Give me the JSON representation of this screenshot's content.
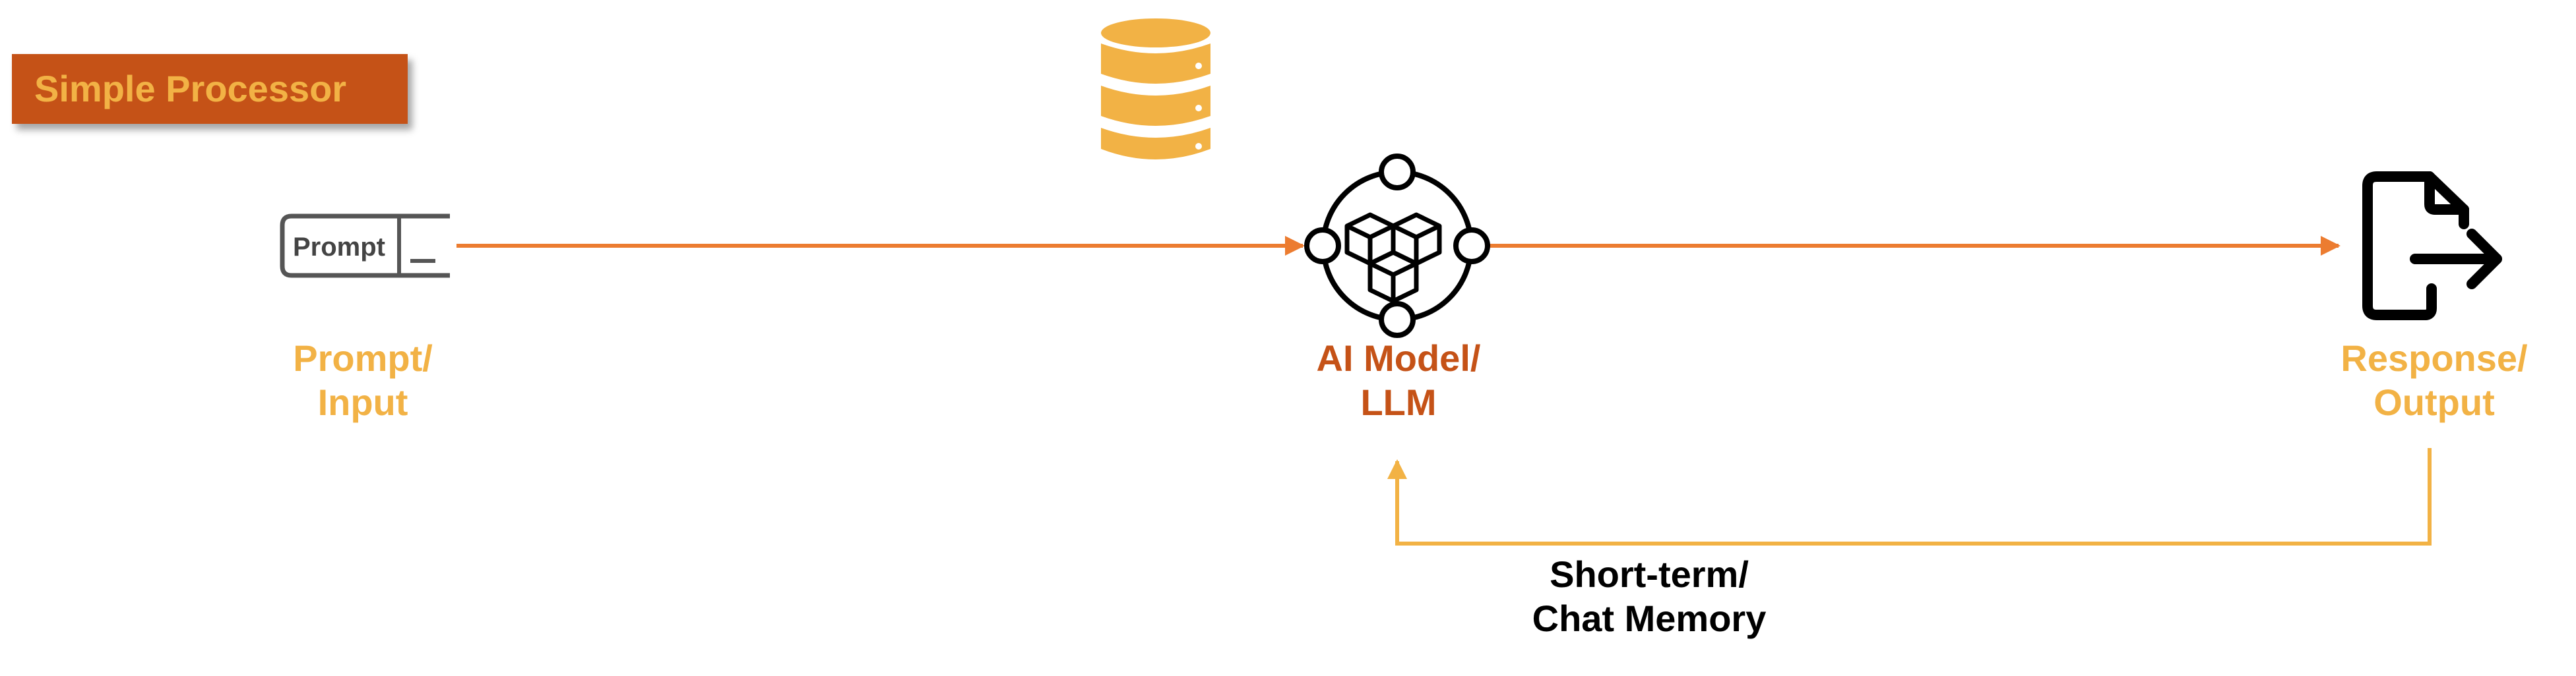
{
  "title": "Simple Processor",
  "nodes": {
    "input": {
      "icon": "prompt-terminal-icon",
      "icon_text": "Prompt",
      "label_line1": "Prompt/",
      "label_line2": "Input"
    },
    "llm": {
      "icon": "ai-model-cubes-icon",
      "label_line1": "AI Model/",
      "label_line2": "LLM"
    },
    "output": {
      "icon": "document-export-icon",
      "label_line1": "Response/",
      "label_line2": "Output"
    },
    "database": {
      "icon": "database-icon"
    }
  },
  "memory": {
    "label_line1": "Short-term/",
    "label_line2": "Chat Memory"
  },
  "colors": {
    "badge_bg": "#c55217",
    "accent_yellow": "#f2b245",
    "accent_orange": "#c55217",
    "flow_arrow": "#ec7c30",
    "memory_arrow": "#f2b245"
  }
}
